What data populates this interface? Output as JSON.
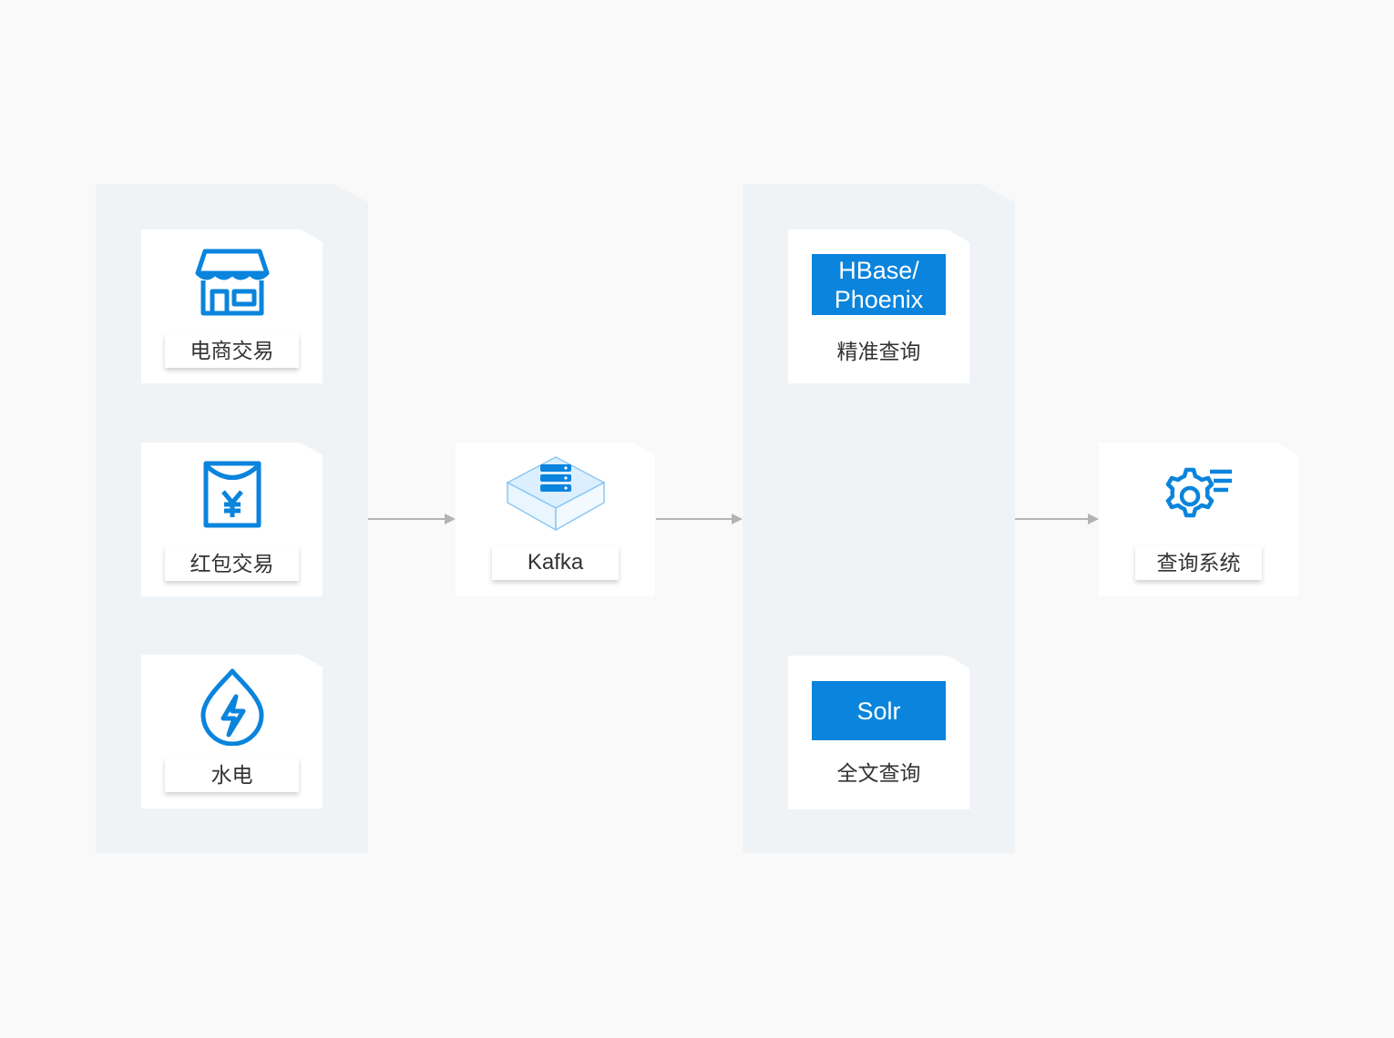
{
  "sources": {
    "ecommerce": {
      "label": "电商交易",
      "icon": "store-icon"
    },
    "redpacket": {
      "label": "红包交易",
      "icon": "red-envelope-yuan-icon"
    },
    "utilities": {
      "label": "水电",
      "icon": "water-electricity-icon"
    }
  },
  "kafka": {
    "label": "Kafka",
    "icon": "server-cube-icon"
  },
  "storage": {
    "hbase": {
      "name": "HBase/\nPhoenix",
      "label": "精准查询"
    },
    "solr": {
      "name": "Solr",
      "label": "全文查询"
    }
  },
  "query_system": {
    "label": "查询系统",
    "icon": "gear-settings-icon"
  },
  "colors": {
    "accent": "#0a84dc",
    "panel": "#f0f3f6",
    "arrow": "#b3b3b3"
  }
}
